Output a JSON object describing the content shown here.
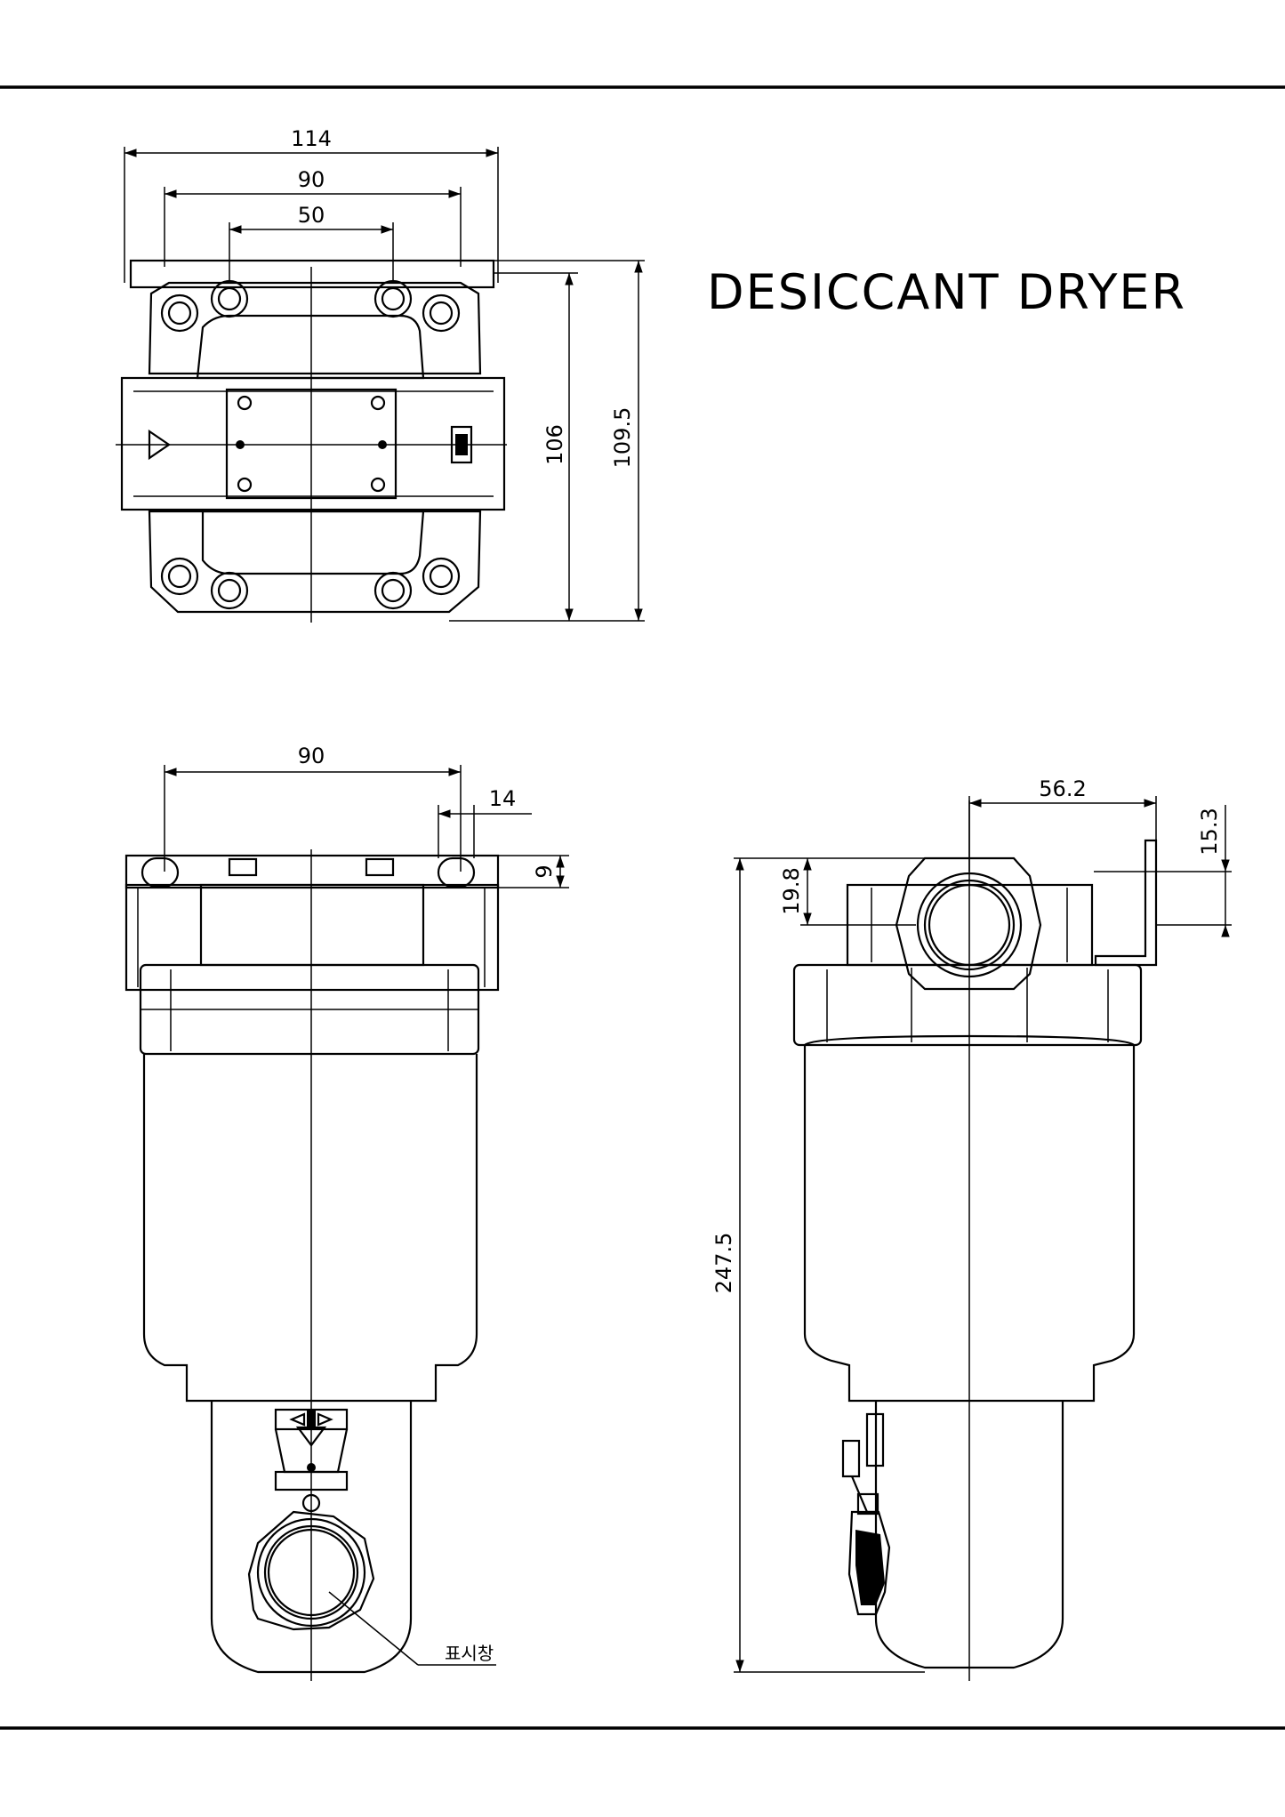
{
  "drawing": {
    "title": "DESICCANT DRYER",
    "top_view": {
      "dim_width_overall": "114",
      "dim_bolt_pitch_outer": "90",
      "dim_bolt_pitch_inner": "50",
      "dim_height_inner": "106",
      "dim_height_overall": "109.5"
    },
    "front_view": {
      "dim_slot_pitch": "90",
      "dim_slot_width": "14",
      "dim_bracket_thickness": "9",
      "indicator_label": "표시창"
    },
    "side_view": {
      "dim_port_offset": "56.2",
      "dim_bracket_height": "15.3",
      "dim_port_height": "19.8",
      "dim_total_height": "247.5"
    }
  }
}
